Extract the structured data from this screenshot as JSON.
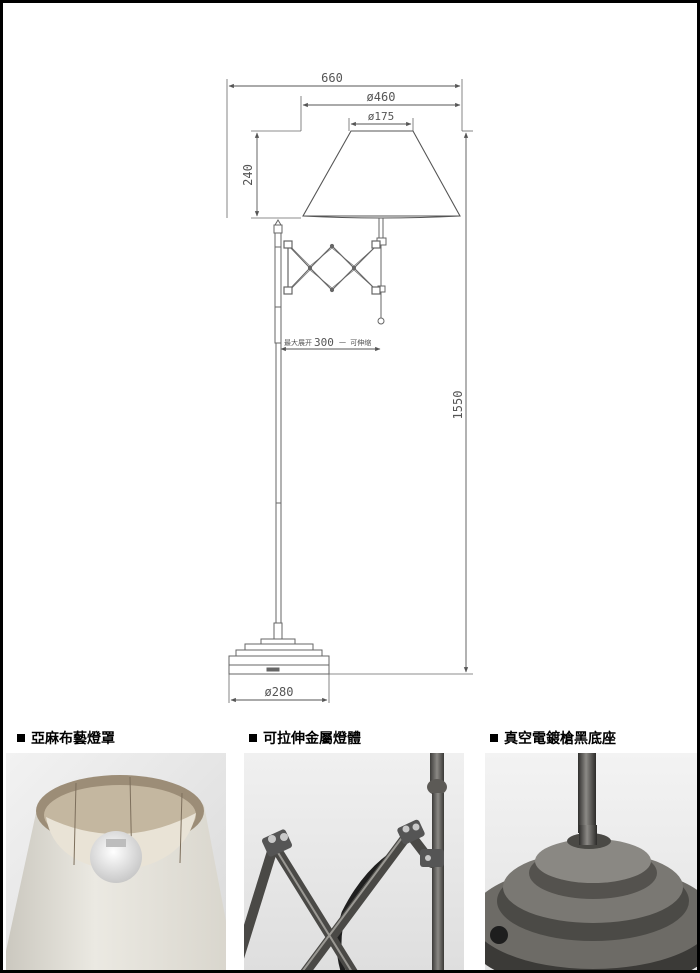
{
  "dimensions": {
    "overall_width": "660",
    "shade_bottom_diameter": "ø460",
    "shade_top_diameter": "ø175",
    "shade_height": "240",
    "total_height": "1550",
    "base_diameter": "ø280",
    "arm_extension_note_prefix": "最大展开",
    "arm_extension_value": "300",
    "arm_extension_note_suffix": "一 可伸缩"
  },
  "details": [
    {
      "label": "亞麻布藝燈罩"
    },
    {
      "label": "可拉伸金屬燈體"
    },
    {
      "label": "真空電鍍槍黑底座"
    }
  ]
}
